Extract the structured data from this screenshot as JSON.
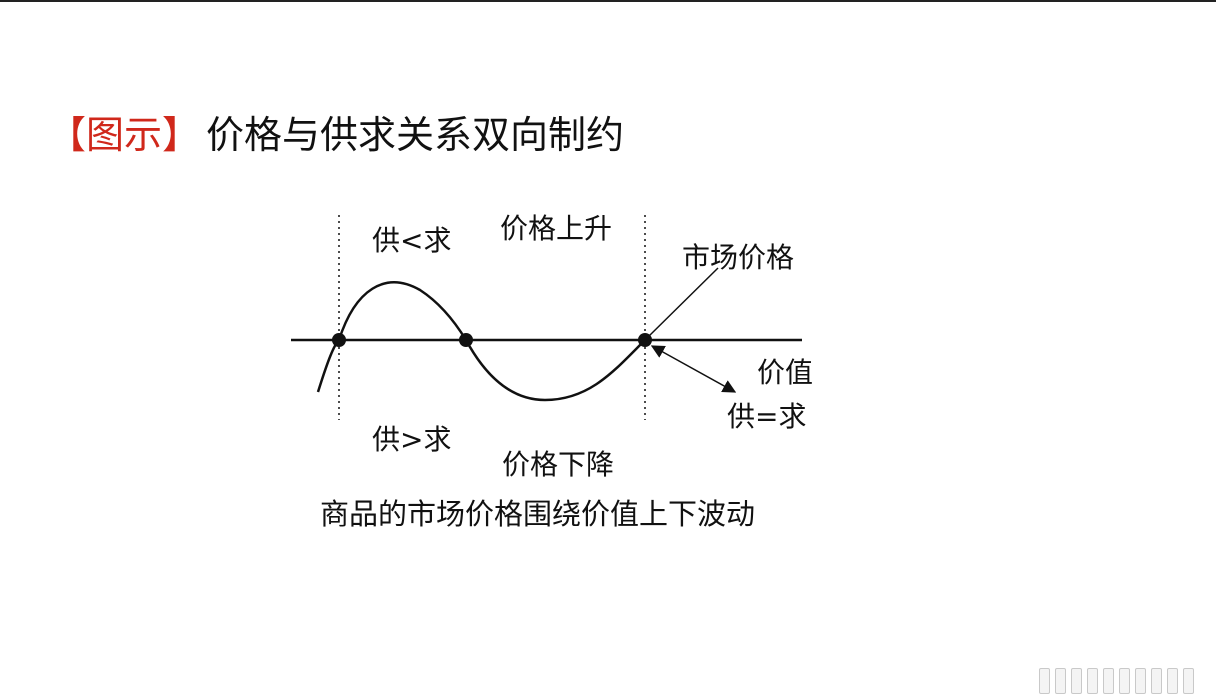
{
  "heading": {
    "tag": "【图示】",
    "title": "价格与供求关系双向制约"
  },
  "diagram": {
    "supply_lt_demand": "供<求",
    "price_rise": "价格上升",
    "market_price": "市场价格",
    "value": "价值",
    "supply_gt_demand": "供>求",
    "supply_eq_demand": "供=求",
    "price_fall": "价格下降",
    "caption": "商品的市场价格围绕价值上下波动"
  },
  "colors": {
    "accent": "#d0281b",
    "ink": "#111111"
  }
}
